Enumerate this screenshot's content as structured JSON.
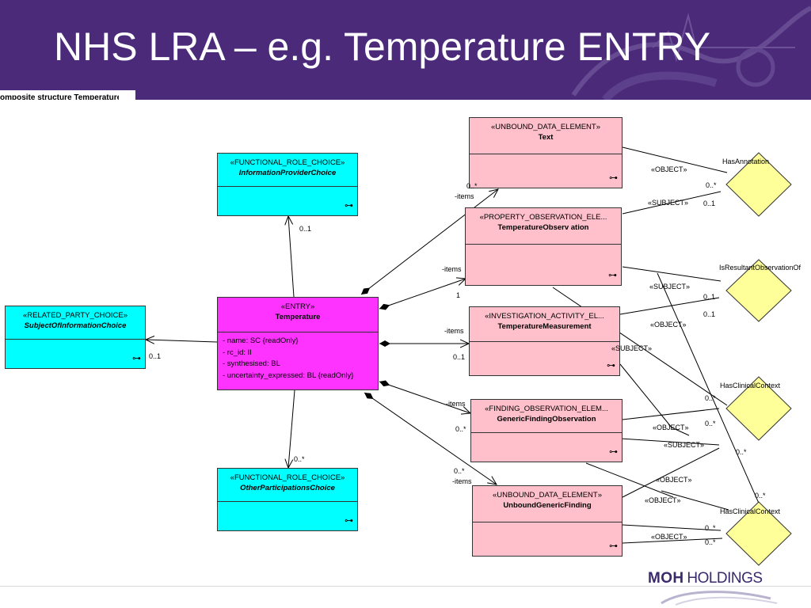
{
  "slide": {
    "title": "NHS LRA – e.g. Temperature ENTRY",
    "tab_label": "omposite structure Temperature",
    "logo_left": "M",
    "logo_o": "O",
    "logo_h": "H",
    "logo_right": " HOLDINGS"
  },
  "classes": {
    "text": {
      "stereotype": "«UNBOUND_DATA_ELEMENT»",
      "name": "Text",
      "link": "⊶"
    },
    "info_provider": {
      "stereotype": "«FUNCTIONAL_ROLE_CHOICE»",
      "name": "InformationProviderChoice",
      "link": "⊶"
    },
    "temp_obs": {
      "stereotype": "«PROPERTY_OBSERVATION_ELE...",
      "name": "TemperatureObserv ation",
      "link": "⊶"
    },
    "subject_info": {
      "stereotype": "«RELATED_PARTY_CHOICE»",
      "name": "SubjectOfInformationChoice",
      "link": "⊶"
    },
    "temperature": {
      "stereotype": "«ENTRY»",
      "name": "Temperature",
      "attributes": [
        "-    name:  SC {readOnly}",
        "-    rc_id:  II",
        "-    synthesised:  BL",
        "-    uncertainty_expressed:  BL {readOnly}"
      ]
    },
    "temp_meas": {
      "stereotype": "«INVESTIGATION_ACTIVITY_EL...",
      "name": "TemperatureMeasurement",
      "link": "⊶"
    },
    "generic_finding": {
      "stereotype": "«FINDING_OBSERVATION_ELEM...",
      "name": "GenericFindingObservation",
      "link": "⊶"
    },
    "other_part": {
      "stereotype": "«FUNCTIONAL_ROLE_CHOICE»",
      "name": "OtherParticipationsChoice",
      "link": "⊶"
    },
    "unbound_generic": {
      "stereotype": "«UNBOUND_DATA_ELEMENT»",
      "name": "UnboundGenericFinding",
      "link": "⊶"
    }
  },
  "associations": {
    "has_annotation": "HasAnnotation",
    "is_resultant": "IsResultantObservationOf",
    "has_clinical_1": "HasClinicalContext",
    "has_clinical_2": "HasClinicalContext"
  },
  "labels": {
    "mult_0n_text": "0..*",
    "items_text": "-items",
    "mult_01_info": "0..1",
    "items_obs": "-items",
    "mult_1_obs": "1",
    "items_meas": "-items",
    "mult_01_meas": "0..1",
    "mult_01_subj": "0..1",
    "items_find": "-items",
    "mult_0n_find": "0..*",
    "mult_0n_other": "0..*",
    "mult_0n_unb": "0..*",
    "items_unb": "-items",
    "obj_text": "«OBJECT»",
    "m_ha1": "0..*",
    "subj_obs": "«SUBJECT»",
    "m_ha2": "0..1",
    "subj_obs2": "«SUBJECT»",
    "m_ir1": "0..1",
    "obj_meas": "«OBJECT»",
    "m_ir2": "0..1",
    "subj_meas": "«SUBJECT»",
    "m_hc1a": "0..*",
    "obj_find": "«OBJECT»",
    "m_hc1b": "0..*",
    "subj_find": "«SUBJECT»",
    "m_hc1c": "0..*",
    "obj_unb1": "«OBJECT»",
    "m_hc2a": "0..*",
    "obj_unb2": "«OBJECT»",
    "m_hc2b": "0..*",
    "obj_unb3": "«OBJECT»",
    "m_hc2c": "0..*"
  }
}
